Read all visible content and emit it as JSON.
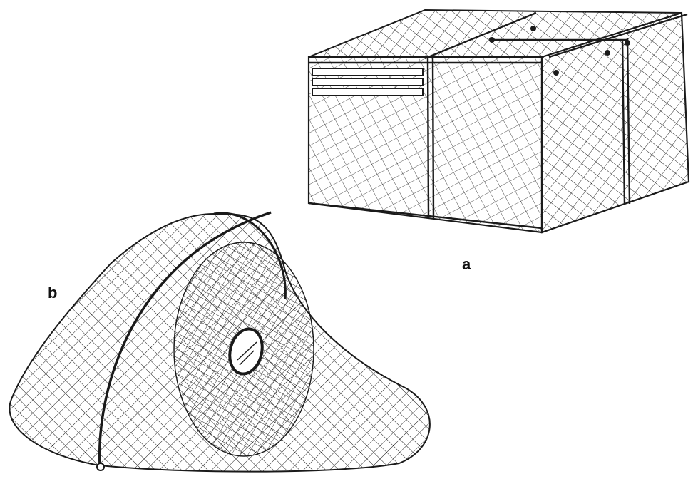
{
  "figure": {
    "panels": [
      {
        "label": "a",
        "object": "box-trap"
      },
      {
        "label": "b",
        "object": "conical-trap"
      }
    ],
    "colors": {
      "ink": "#1a1a1a",
      "background": "#ffffff"
    }
  }
}
